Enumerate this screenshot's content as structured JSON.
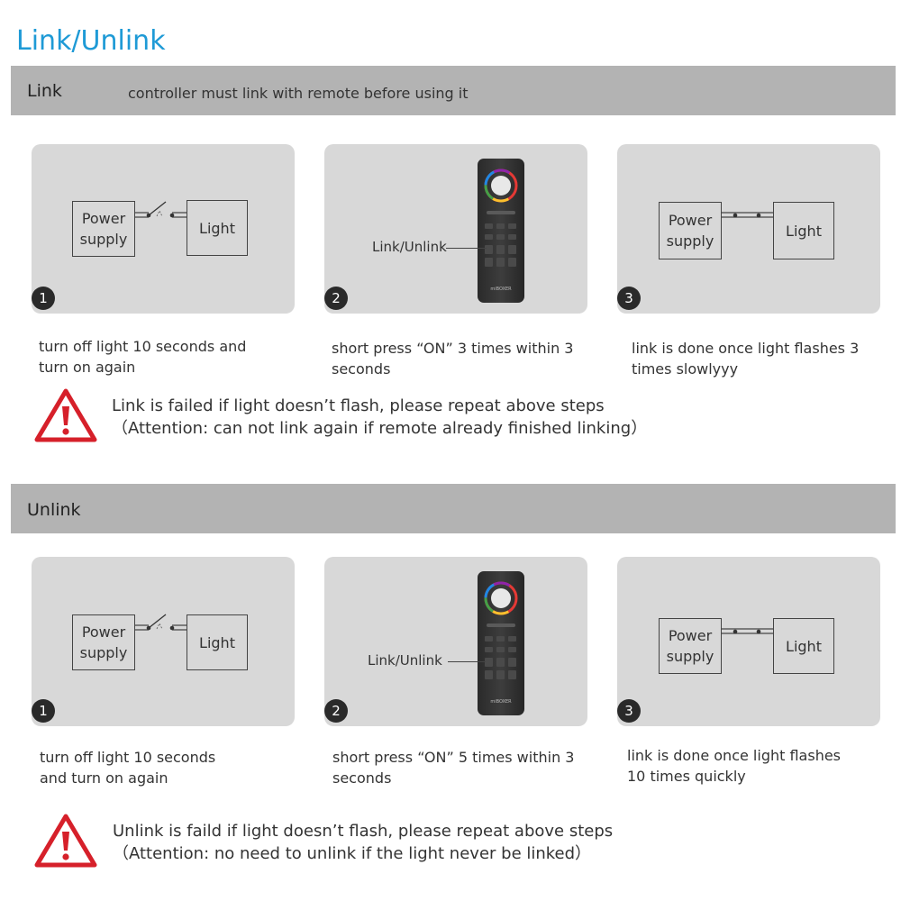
{
  "title": "Link/Unlink",
  "link_section": {
    "heading": "Link",
    "note": "controller must link with remote before using it",
    "steps": [
      {
        "number": "1",
        "text": "turn off light 10 seconds and turn on again"
      },
      {
        "number": "2",
        "text": "short press “ON” 3 times within 3 seconds"
      },
      {
        "number": "3",
        "text": "link is done once light flashes 3 times slowlyyy"
      }
    ],
    "warning_line1": "Link is failed if light doesn’t flash, please repeat above steps",
    "warning_line2": "（Attention: can not link again if remote already finished linking）"
  },
  "unlink_section": {
    "heading": "Unlink",
    "steps": [
      {
        "number": "1",
        "text": "turn off light 10 seconds and turn on again"
      },
      {
        "number": "2",
        "text": "short press “ON” 5 times within 3 seconds"
      },
      {
        "number": "3",
        "text": "link is done once light flashes 10 times quickly"
      }
    ],
    "warning_line1": "Unlink is faild if light doesn’t flash, please repeat above steps",
    "warning_line2": "（Attention: no need to unlink if the light never be linked）"
  },
  "diagram": {
    "power_line1": "Power",
    "power_line2": "supply",
    "light_label": "Light",
    "link_unlink_label": "Link/Unlink",
    "remote_brand": "miBOXER"
  },
  "colors": {
    "title_blue": "#1e9ad6",
    "bar_gray": "#b3b3b3",
    "card_gray": "#d8d8d8",
    "warning_red": "#d6202a"
  },
  "icons": [
    "warning-triangle-icon",
    "remote-control",
    "switch-symbol"
  ]
}
